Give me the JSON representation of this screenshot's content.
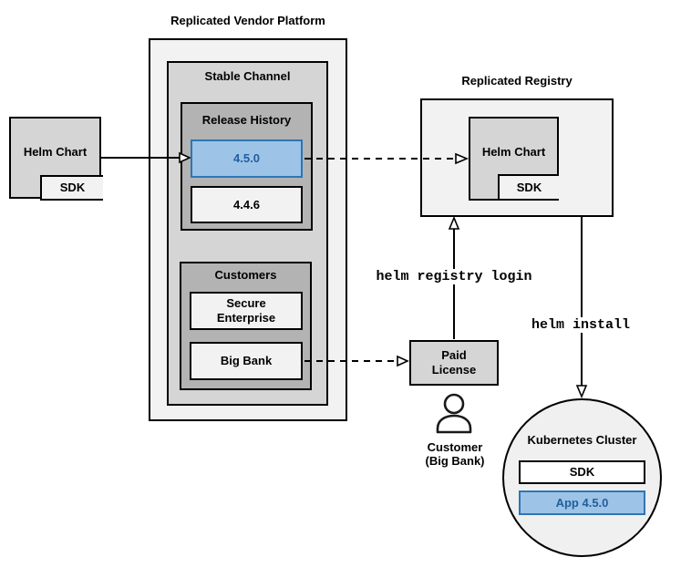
{
  "colors": {
    "outer_fill": "#f2f2f2",
    "medium_fill": "#d5d5d5",
    "dark_fill": "#b3b3b3",
    "blue_fill": "#9dc3e6",
    "blue_border": "#2e75b6",
    "blue_text": "#205f9e",
    "line_color": "#000000"
  },
  "source_chart": {
    "label": "Helm Chart",
    "sdk_label": "SDK"
  },
  "platform": {
    "title": "Replicated Vendor Platform",
    "stable_channel_label": "Stable Channel",
    "release_history": {
      "title": "Release History",
      "releases": [
        "4.5.0",
        "4.4.6"
      ],
      "highlighted_release": "4.5.0"
    },
    "customers": {
      "title": "Customers",
      "items": [
        "Secure\nEnterprise",
        "Big Bank"
      ]
    }
  },
  "registry": {
    "title": "Replicated Registry",
    "chart_label": "Helm Chart",
    "sdk_label": "SDK"
  },
  "paid_license": {
    "label": "Paid\nLicense"
  },
  "customer": {
    "label": "Customer\n(Big Bank)"
  },
  "commands": {
    "registry_login": "helm registry login",
    "install": "helm install"
  },
  "cluster": {
    "title": "Kubernetes Cluster",
    "sdk_label": "SDK",
    "app_label": "App 4.5.0"
  }
}
